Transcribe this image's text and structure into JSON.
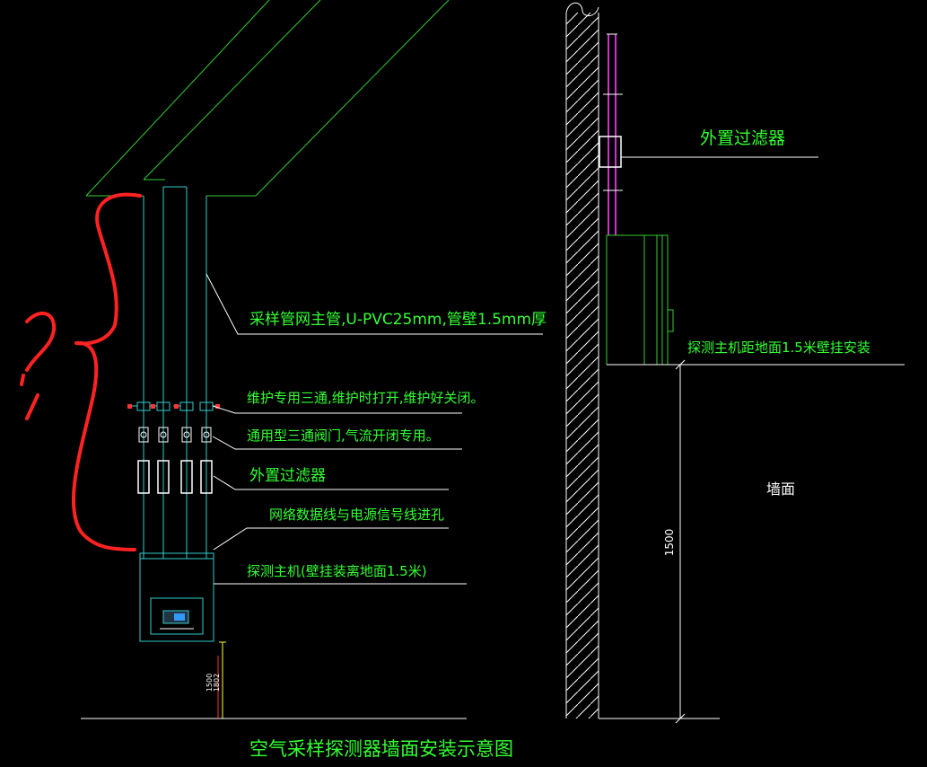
{
  "labels": {
    "main_pipe": "采样管网主管,U-PVC25mm,管壁1.5mm厚",
    "maintenance_tee": "维护专用三通,维护时打开,维护好关闭。",
    "valve": "通用型三通阀门,气流开闭专用。",
    "filter_left": "外置过滤器",
    "cable_hole": "网络数据线与电源信号线进孔",
    "host_left": "探测主机(壁挂装离地面1.5米)",
    "filter_right": "外置过滤器",
    "host_right": "探测主机距地面1.5米壁挂安装",
    "wall": "墙面",
    "height_right": "1500",
    "height_left_a": "1500",
    "height_left_b": "1802",
    "title": "空气采样探测器墙面安装示意图"
  },
  "colors": {
    "background": "#000000",
    "text": "#33ff33",
    "structure": "#ffffff",
    "pipe": "#33cccc",
    "roof": "#33cc33",
    "markup": "#ff2222",
    "conduit": "#cc33cc",
    "dimension": "#ffff33"
  }
}
